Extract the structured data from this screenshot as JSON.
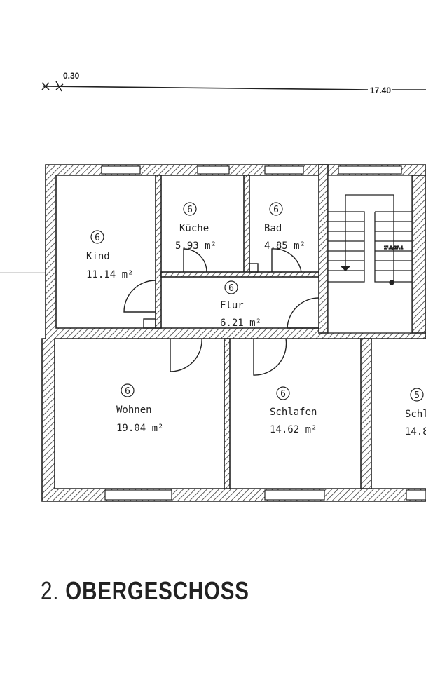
{
  "dimensions": {
    "left_offset": "0.30",
    "total_width": "17.40"
  },
  "stair_note": "17.5/27.1",
  "rooms": [
    {
      "name": "Kind",
      "count": "6",
      "area": "11.14 m²"
    },
    {
      "name": "Küche",
      "count": "6",
      "area": "5.93 m²"
    },
    {
      "name": "Bad",
      "count": "6",
      "area": "4.85 m²"
    },
    {
      "name": "Flur",
      "count": "6",
      "area": "6.21 m²"
    },
    {
      "name": "Wohnen",
      "count": "6",
      "area": "19.04 m²"
    },
    {
      "name": "Schlafen",
      "count": "6",
      "area": "14.62 m²"
    },
    {
      "name": "Schl",
      "count": "5",
      "area": "14.8"
    }
  ],
  "title": {
    "number": "2.",
    "text": "OBERGESCHOSS"
  }
}
